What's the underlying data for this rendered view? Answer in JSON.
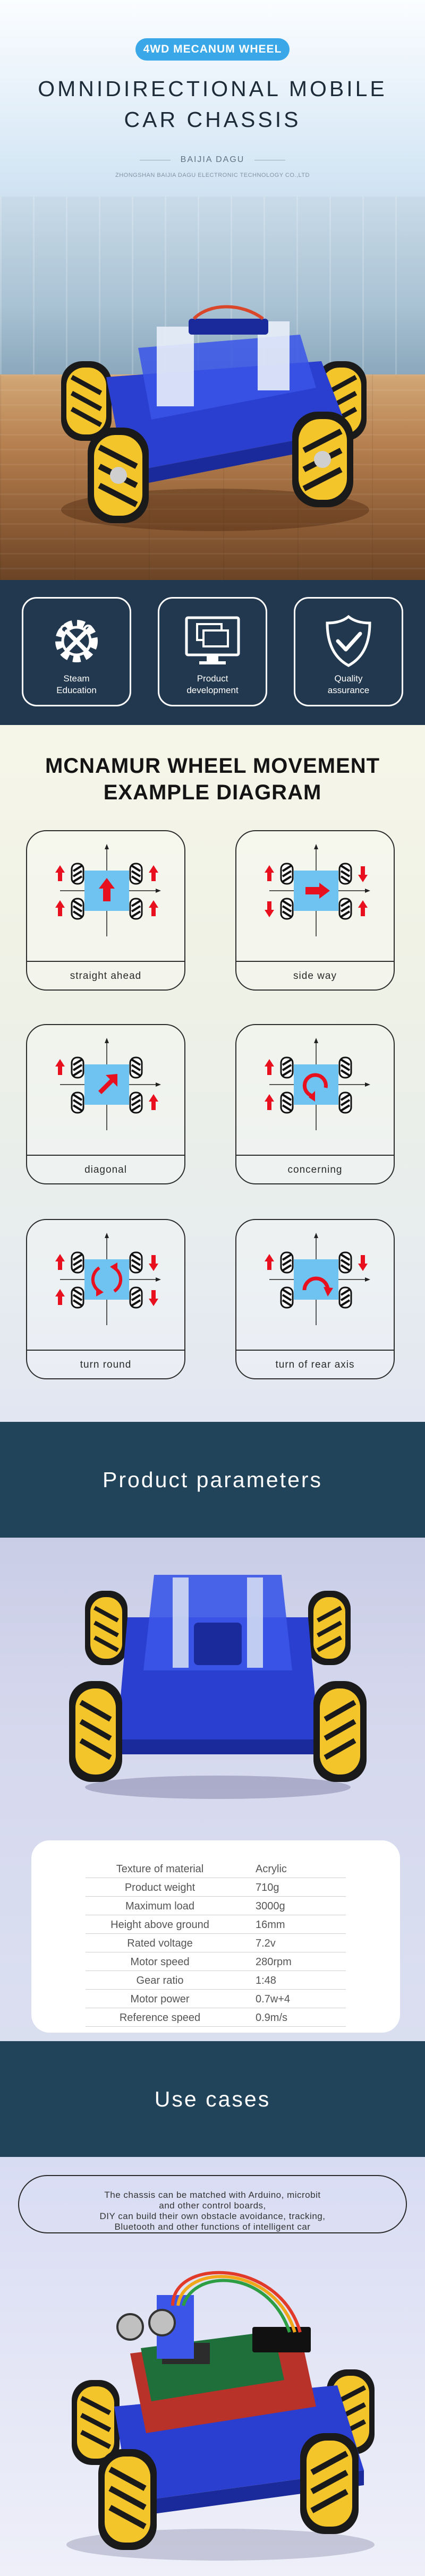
{
  "hero": {
    "badge": "4WD MECANUM WHEEL",
    "title_line1": "OMNIDIRECTIONAL  MOBILE",
    "title_line2": "CAR  CHASSIS",
    "brand": "BAIJIA DAGU",
    "company": "ZHONGSHAN BAIJIA DAGU ELECTRONIC TECHNOLOGY CO.,LTD"
  },
  "features": [
    {
      "label_line1": "Steam",
      "label_line2": "Education",
      "icon": "gear-tools-icon"
    },
    {
      "label_line1": "Product",
      "label_line2": "development",
      "icon": "monitor-windows-icon"
    },
    {
      "label_line1": "Quality",
      "label_line2": "assurance",
      "icon": "shield-check-icon"
    }
  ],
  "diagram": {
    "title_line1": "MCNAMUR WHEEL MOVEMENT",
    "title_line2": "EXAMPLE DIAGRAM",
    "cards": [
      {
        "caption": "straight ahead"
      },
      {
        "caption": "side way"
      },
      {
        "caption": "diagonal"
      },
      {
        "caption": "concerning"
      },
      {
        "caption": "turn round"
      },
      {
        "caption": "turn of rear axis"
      }
    ]
  },
  "params": {
    "header": "Product parameters",
    "rows": [
      {
        "key": "Texture of material",
        "value": "Acrylic"
      },
      {
        "key": "Product weight",
        "value": "710g"
      },
      {
        "key": "Maximum load",
        "value": "3000g"
      },
      {
        "key": "Height above ground",
        "value": "16mm"
      },
      {
        "key": "Rated voltage",
        "value": "7.2v"
      },
      {
        "key": "Motor speed",
        "value": "280rpm"
      },
      {
        "key": "Gear ratio",
        "value": "1:48"
      },
      {
        "key": "Motor power",
        "value": "0.7w+4"
      },
      {
        "key": "Reference speed",
        "value": "0.9m/s"
      }
    ]
  },
  "use": {
    "header": "Use cases",
    "line1": "The chassis can be matched with Arduino, microbit",
    "line2": "and other control boards,",
    "line3": "DIY can build their own obstacle avoidance, tracking,",
    "line4": "Bluetooth and other functions of intelligent car"
  },
  "colors": {
    "badge": "#39a7e8",
    "navy_band": "#22445a",
    "arrow_red": "#e8101e",
    "body_blue": "#6ec3f0",
    "chassis_blue": "#2a3fd0",
    "wheel_yellow": "#f3c52a"
  }
}
